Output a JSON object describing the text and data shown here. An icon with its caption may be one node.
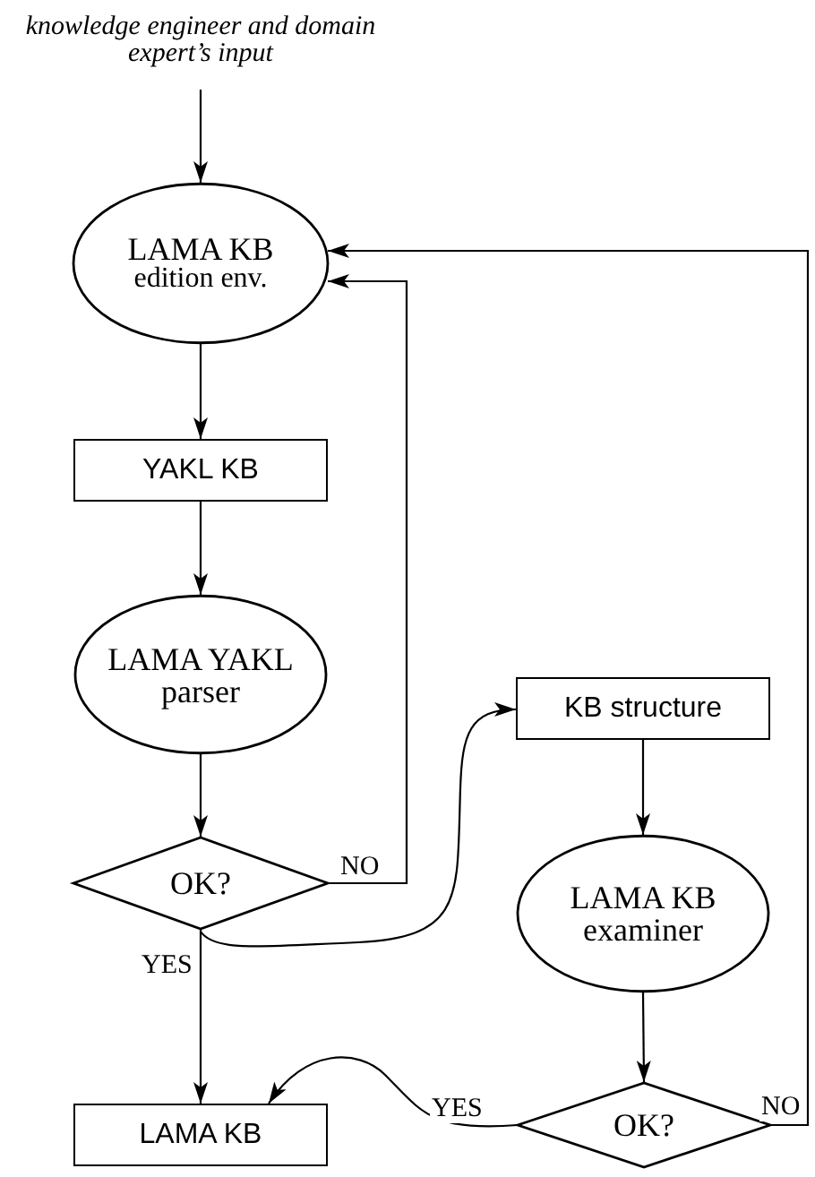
{
  "diagram": {
    "nodes": [
      {
        "text": [
          "knowledge engineer and domain expert’s input"
        ]
      },
      {
        "text": [
          "LAMA KB",
          "edition env."
        ]
      },
      {
        "text": [
          "YAKL KB"
        ]
      },
      {
        "text": [
          "LAMA YAKL parser"
        ]
      },
      {
        "text": [
          "OK?"
        ]
      },
      {
        "text": [
          "KB structure"
        ]
      },
      {
        "text": [
          "LAMA KB examiner"
        ]
      },
      {
        "text": [
          "OK?"
        ]
      },
      {
        "text": [
          "LAMA KB"
        ]
      }
    ],
    "edges": [
      {
        "from": 0,
        "to": 1,
        "arrow": "to"
      },
      {
        "from": 1,
        "to": 2,
        "arrow": "to"
      },
      {
        "from": 2,
        "to": 3,
        "arrow": "to"
      },
      {
        "from": 3,
        "to": 4,
        "arrow": "to"
      },
      {
        "from": 4,
        "to": 1,
        "arrow": "to",
        "label": "NO"
      },
      {
        "from": 4,
        "to": 8,
        "arrow": "to",
        "label": "YES"
      },
      {
        "from": 4,
        "to": 5,
        "arrow": "to"
      },
      {
        "from": 5,
        "to": 6,
        "arrow": "to"
      },
      {
        "from": 6,
        "to": 7,
        "arrow": "to"
      },
      {
        "from": 7,
        "to": 8,
        "arrow": "to",
        "label": "YES"
      },
      {
        "from": 7,
        "to": 1,
        "arrow": "to",
        "label": "NO"
      }
    ]
  }
}
